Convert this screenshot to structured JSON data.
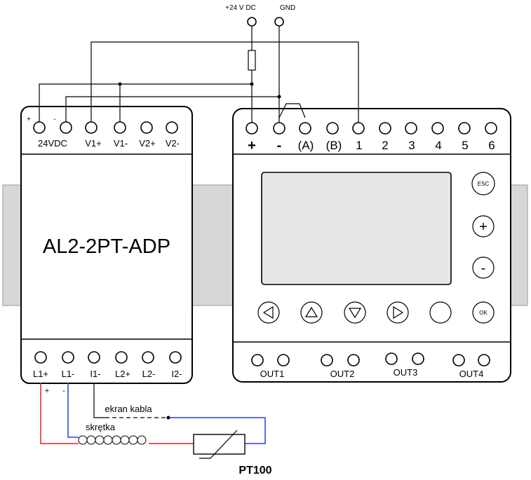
{
  "supply": {
    "plus_label": "+24 V DC",
    "gnd_label": "GND"
  },
  "module": {
    "name": "AL2-2PT-ADP",
    "top_terminals": [
      "24VDC",
      "V1+",
      "V1-",
      "V2+",
      "V2-"
    ],
    "top_polarity": [
      "+",
      "-"
    ],
    "bottom_terminals": [
      "L1+",
      "L1-",
      "I1-",
      "L2+",
      "L2-",
      "I2-"
    ],
    "wire_polarity": [
      "+",
      "-"
    ]
  },
  "plc": {
    "terminals": [
      "+",
      "-",
      "(A)",
      "(B)",
      "1",
      "2",
      "3",
      "4",
      "5",
      "6"
    ],
    "buttons": {
      "esc": "ESC",
      "plus": "+",
      "minus": "-",
      "ok": "OK"
    },
    "outputs": [
      "OUT1",
      "OUT2",
      "OUT3",
      "OUT4"
    ]
  },
  "cable": {
    "shield_label": "ekran kabla",
    "twisted_label": "skrętka"
  },
  "sensor": {
    "label": "PT100"
  },
  "colors": {
    "red_wire": "#e0202a",
    "blue_wire": "#2b3fd6",
    "rail": "#d7d7d7"
  }
}
